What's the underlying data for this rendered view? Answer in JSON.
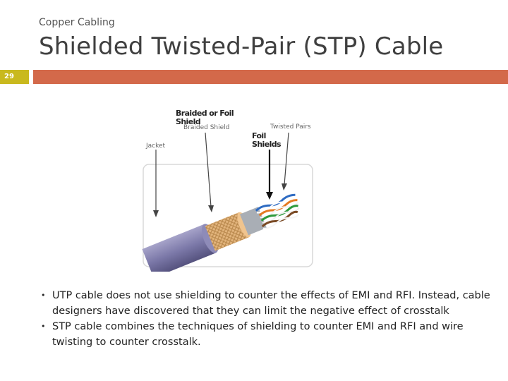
{
  "header": {
    "subtitle": "Copper Cabling",
    "title": "Shielded Twisted-Pair (STP) Cable",
    "slide_number": "29",
    "bar_color": "#d3694a",
    "number_box_color": "#c9b91e"
  },
  "figure": {
    "overlay_label_braided": "Braided or Foil Shield",
    "overlay_label_foil": "Foil Shields",
    "image_label_jacket": "Jacket",
    "image_label_braided": "Braided Shield",
    "image_label_twisted": "Twisted Pairs",
    "jacket_color": "#7b78a8",
    "braid_color": "#e2b47c"
  },
  "content": {
    "bullets": [
      "UTP cable does not use shielding to counter the effects of EMI and RFI. Instead, cable designers have discovered that they can limit the negative effect of crosstalk",
      "STP cable combines the techniques of shielding to counter EMI and RFI and wire twisting to counter crosstalk."
    ]
  }
}
